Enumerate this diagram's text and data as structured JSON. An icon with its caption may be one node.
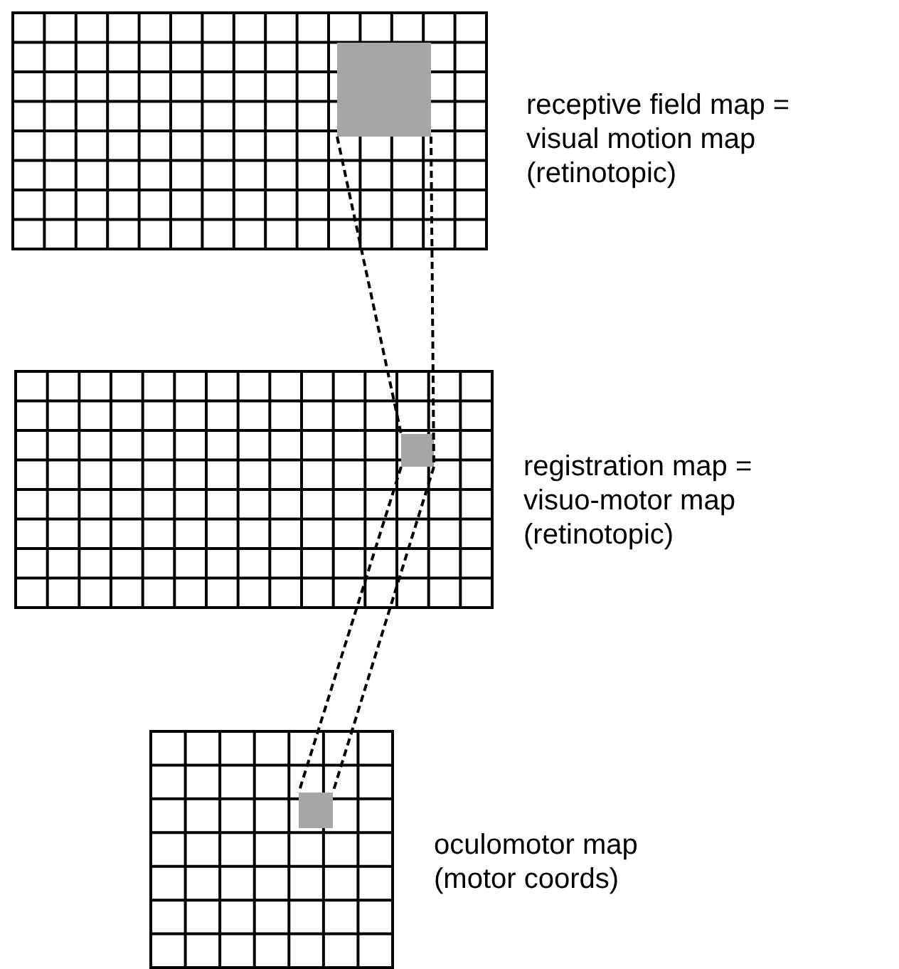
{
  "diagram": {
    "nodes": [
      {
        "text": [],
        "shape": "grid",
        "beside": [
          "receptive field map = visual motion map (retinotopic)"
        ]
      },
      {
        "text": [],
        "shape": "box",
        "in": 0
      },
      {
        "text": [],
        "shape": "grid",
        "beside": [
          "registration map = visuo-motor map (retinotopic)"
        ]
      },
      {
        "text": [],
        "shape": "box",
        "in": 2
      },
      {
        "text": [],
        "shape": "grid",
        "beside": [
          "oculomotor map (motor coords)"
        ]
      },
      {
        "text": [],
        "shape": "box",
        "in": 4
      }
    ],
    "edges": [
      {
        "from": 1,
        "to": 3,
        "arrow": "none",
        "style": "dashed"
      },
      {
        "from": 1,
        "to": 3,
        "arrow": "none",
        "style": "dashed"
      },
      {
        "from": 3,
        "to": 5,
        "arrow": "none",
        "style": "dashed"
      },
      {
        "from": 3,
        "to": 5,
        "arrow": "none",
        "style": "dashed"
      }
    ]
  }
}
